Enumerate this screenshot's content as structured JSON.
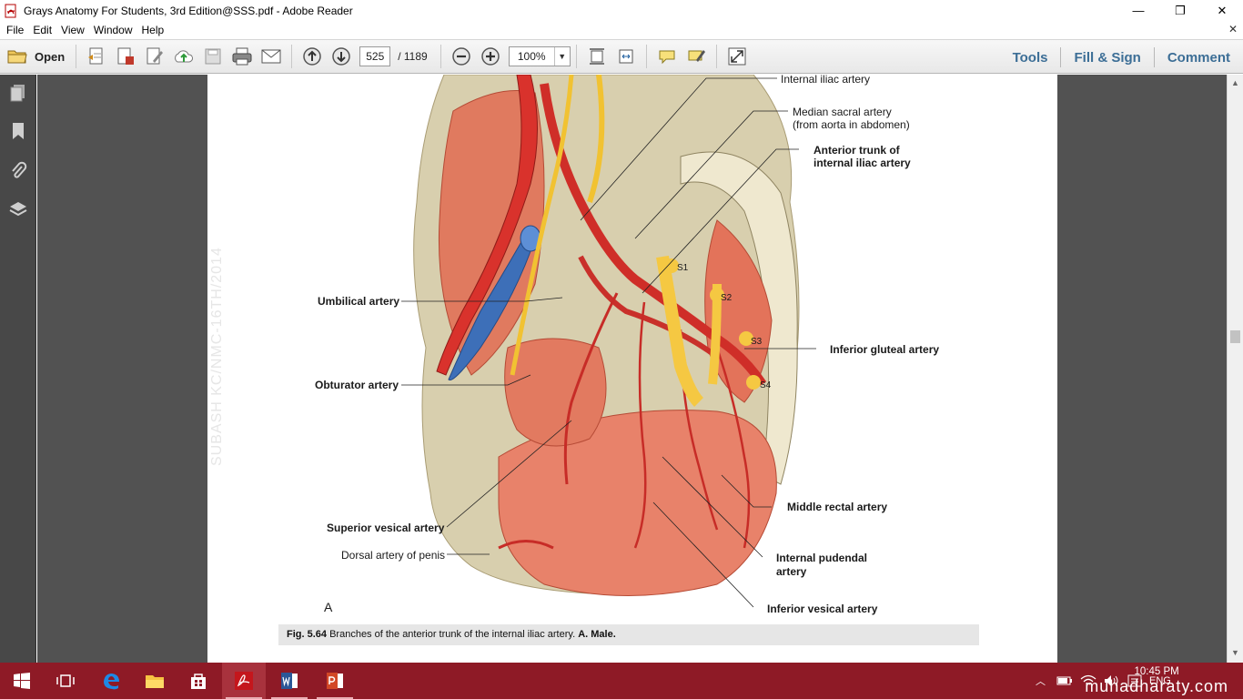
{
  "window": {
    "title": "Grays Anatomy For Students, 3rd Edition@SSS.pdf - Adobe Reader",
    "minimize": "—",
    "restore": "❐",
    "close": "✕"
  },
  "menu": {
    "items": [
      "File",
      "Edit",
      "View",
      "Window",
      "Help"
    ],
    "close_doc": "✕"
  },
  "toolbar": {
    "open_label": "Open",
    "page_current": "525",
    "page_total": "/ 1189",
    "zoom": "100%",
    "right": [
      "Tools",
      "Fill & Sign",
      "Comment"
    ]
  },
  "figure": {
    "labels": {
      "internal_iliac": "Internal iliac artery",
      "median_sacral_1": "Median sacral artery",
      "median_sacral_2": "(from aorta in abdomen)",
      "anterior_trunk_1": "Anterior trunk of",
      "anterior_trunk_2": "internal iliac artery",
      "umbilical": "Umbilical artery",
      "inferior_gluteal": "Inferior gluteal artery",
      "obturator": "Obturator artery",
      "middle_rectal": "Middle rectal artery",
      "superior_vesical": "Superior vesical artery",
      "dorsal_penis": "Dorsal artery of penis",
      "internal_pudendal_1": "Internal pudendal",
      "internal_pudendal_2": "artery",
      "inferior_vesical": "Inferior vesical artery",
      "panel": "A",
      "s1": "S1",
      "s2": "S2",
      "s3": "S3",
      "s4": "S4"
    },
    "caption_fig": "Fig. 5.64",
    "caption_text": " Branches of the anterior trunk of the internal iliac artery. ",
    "caption_panel": "A. Male.",
    "watermark": "SUBASH KC/NMC-16TH/2014"
  },
  "taskbar": {
    "apps": [
      "start-icon",
      "task-view-icon",
      "edge-icon",
      "file-explorer-icon",
      "store-icon",
      "adobe-reader-icon",
      "word-icon",
      "powerpoint-icon"
    ],
    "tray_lang": "ENG",
    "time": "10:45 PM",
    "date": "muhadharaty.com"
  },
  "colors": {
    "taskbar": "#8e1a26",
    "link_blue": "#3c6e96",
    "nav_bg": "#484848",
    "doc_bg": "#525252"
  }
}
